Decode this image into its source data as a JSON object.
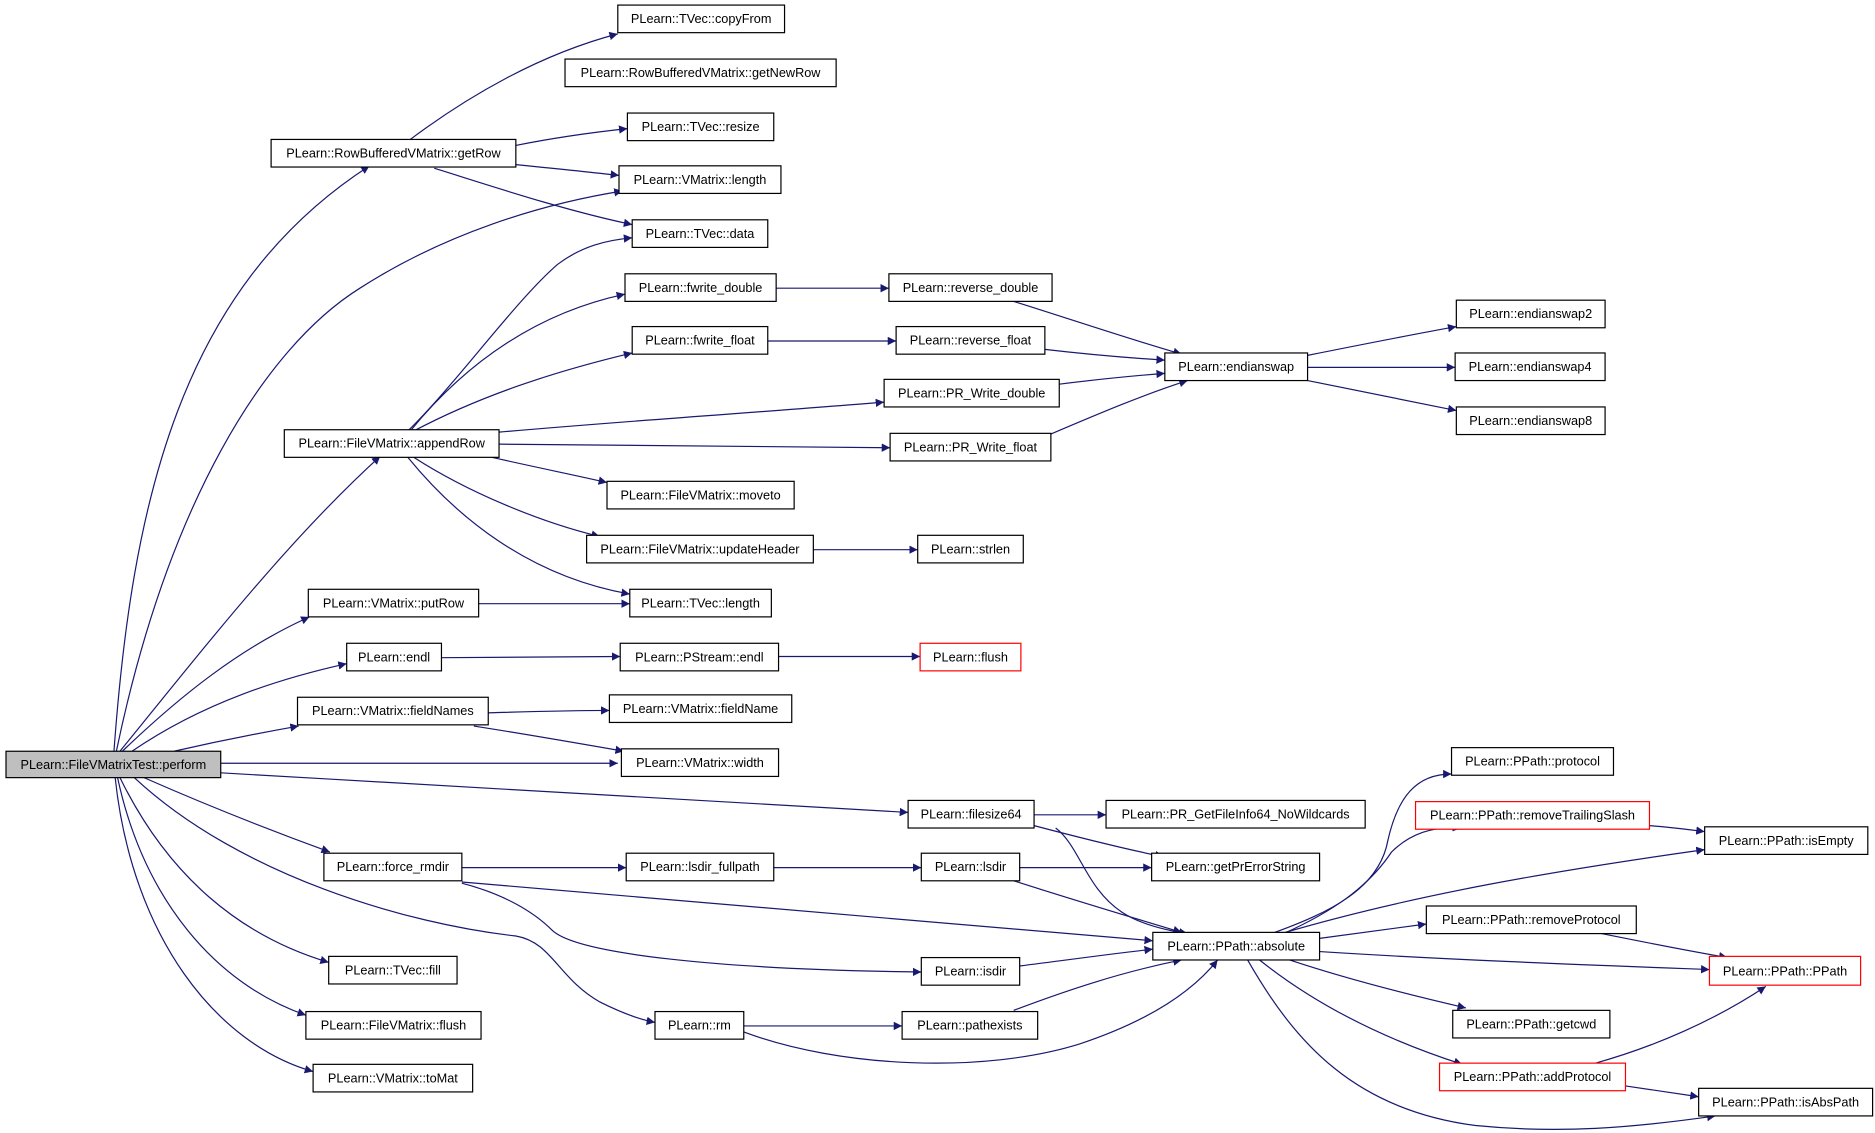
{
  "colors": {
    "edge": "#191970",
    "node_border": "#000000",
    "truncated_border": "#ff0000",
    "root_fill": "#bfbfbf",
    "node_fill": "#ffffff",
    "text": "#000000"
  },
  "nodes": [
    {
      "id": "perform",
      "label": "PLearn::FileVMatrixTest::perform",
      "style": "root"
    },
    {
      "id": "getRow",
      "label": "PLearn::RowBufferedVMatrix::getRow"
    },
    {
      "id": "copyFrom",
      "label": "PLearn::TVec::copyFrom"
    },
    {
      "id": "getNewRow",
      "label": "PLearn::RowBufferedVMatrix::getNewRow"
    },
    {
      "id": "resize",
      "label": "PLearn::TVec::resize"
    },
    {
      "id": "vlength",
      "label": "PLearn::VMatrix::length"
    },
    {
      "id": "data",
      "label": "PLearn::TVec::data"
    },
    {
      "id": "fwrite_double",
      "label": "PLearn::fwrite_double"
    },
    {
      "id": "reverse_double",
      "label": "PLearn::reverse_double"
    },
    {
      "id": "fwrite_float",
      "label": "PLearn::fwrite_float"
    },
    {
      "id": "reverse_float",
      "label": "PLearn::reverse_float"
    },
    {
      "id": "endianswap",
      "label": "PLearn::endianswap"
    },
    {
      "id": "endianswap2",
      "label": "PLearn::endianswap2"
    },
    {
      "id": "endianswap4",
      "label": "PLearn::endianswap4"
    },
    {
      "id": "endianswap8",
      "label": "PLearn::endianswap8"
    },
    {
      "id": "pr_write_double",
      "label": "PLearn::PR_Write_double"
    },
    {
      "id": "appendRow",
      "label": "PLearn::FileVMatrix::appendRow"
    },
    {
      "id": "pr_write_float",
      "label": "PLearn::PR_Write_float"
    },
    {
      "id": "moveto",
      "label": "PLearn::FileVMatrix::moveto"
    },
    {
      "id": "updateHeader",
      "label": "PLearn::FileVMatrix::updateHeader"
    },
    {
      "id": "strlen",
      "label": "PLearn::strlen"
    },
    {
      "id": "putRow",
      "label": "PLearn::VMatrix::putRow"
    },
    {
      "id": "tlength",
      "label": "PLearn::TVec::length"
    },
    {
      "id": "endl",
      "label": "PLearn::endl"
    },
    {
      "id": "pendl",
      "label": "PLearn::PStream::endl"
    },
    {
      "id": "flush",
      "label": "PLearn::flush",
      "style": "truncated"
    },
    {
      "id": "fieldNames",
      "label": "PLearn::VMatrix::fieldNames"
    },
    {
      "id": "fieldName",
      "label": "PLearn::VMatrix::fieldName"
    },
    {
      "id": "width",
      "label": "PLearn::VMatrix::width"
    },
    {
      "id": "protocol",
      "label": "PLearn::PPath::protocol"
    },
    {
      "id": "filesize64",
      "label": "PLearn::filesize64"
    },
    {
      "id": "pr_getfileinfo",
      "label": "PLearn::PR_GetFileInfo64_NoWildcards"
    },
    {
      "id": "removeTrailingSlash",
      "label": "PLearn::PPath::removeTrailingSlash",
      "style": "truncated"
    },
    {
      "id": "isEmpty",
      "label": "PLearn::PPath::isEmpty"
    },
    {
      "id": "force_rmdir",
      "label": "PLearn::force_rmdir"
    },
    {
      "id": "lsdir_fullpath",
      "label": "PLearn::lsdir_fullpath"
    },
    {
      "id": "lsdir",
      "label": "PLearn::lsdir"
    },
    {
      "id": "getPrErrorString",
      "label": "PLearn::getPrErrorString"
    },
    {
      "id": "removeProtocol",
      "label": "PLearn::PPath::removeProtocol"
    },
    {
      "id": "absolute",
      "label": "PLearn::PPath::absolute"
    },
    {
      "id": "isdir",
      "label": "PLearn::isdir"
    },
    {
      "id": "ppath",
      "label": "PLearn::PPath::PPath",
      "style": "truncated"
    },
    {
      "id": "tfill",
      "label": "PLearn::TVec::fill"
    },
    {
      "id": "fflush",
      "label": "PLearn::FileVMatrix::flush"
    },
    {
      "id": "getcwd",
      "label": "PLearn::PPath::getcwd"
    },
    {
      "id": "rm",
      "label": "PLearn::rm"
    },
    {
      "id": "pathexists",
      "label": "PLearn::pathexists"
    },
    {
      "id": "addProtocol",
      "label": "PLearn::PPath::addProtocol",
      "style": "truncated"
    },
    {
      "id": "toMat",
      "label": "PLearn::VMatrix::toMat"
    },
    {
      "id": "isAbsPath",
      "label": "PLearn::PPath::isAbsPath"
    }
  ]
}
